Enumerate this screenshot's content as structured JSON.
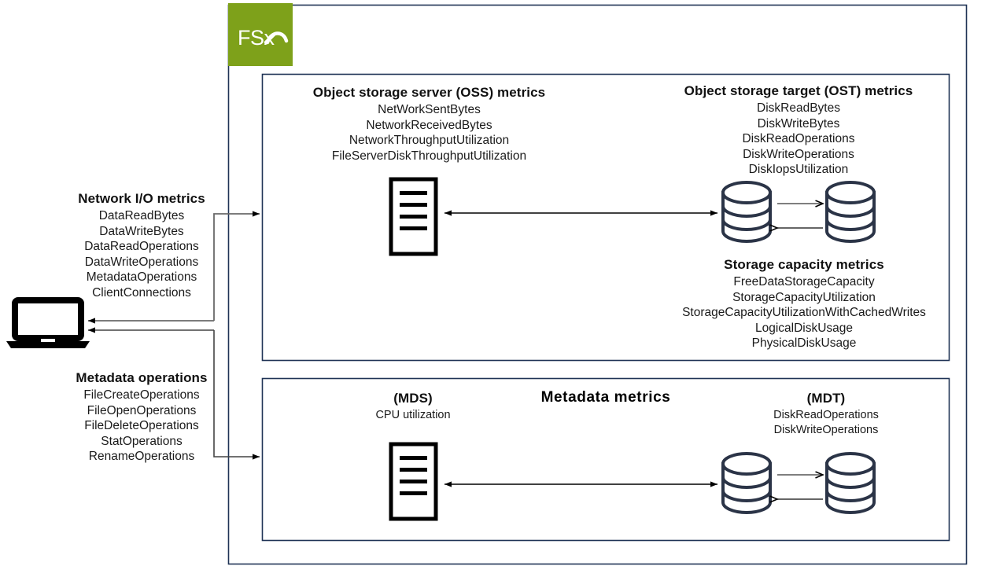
{
  "brand": {
    "name": "FSx",
    "logo_text": "FSx",
    "logo_bg": "#7ea11a",
    "logo_fg": "#ffffff"
  },
  "colors": {
    "frame": "#1f3355",
    "icon_dark": "#2b3447",
    "text": "#111111",
    "arrow": "#000000",
    "arrow_gray": "#6a6a6a"
  },
  "client": {
    "icon": "laptop-icon"
  },
  "left_groups": [
    {
      "id": "network-io-metrics",
      "title": "Network I/O metrics",
      "items": [
        "DataReadBytes",
        "DataWriteBytes",
        "DataReadOperations",
        "DataWriteOperations",
        "MetadataOperations",
        "ClientConnections"
      ]
    },
    {
      "id": "metadata-operations",
      "title": "Metadata operations",
      "items": [
        "FileCreateOperations",
        "FileOpenOperations",
        "FileDeleteOperations",
        "StatOperations",
        "RenameOperations"
      ]
    }
  ],
  "storage_panel": {
    "oss": {
      "id": "object-storage-server-metrics",
      "title": "Object storage server (OSS) metrics",
      "items": [
        "NetWorkSentBytes",
        "NetworkReceivedBytes",
        "NetworkThroughputUtilization",
        "FileServerDiskThroughputUtilization"
      ],
      "icon": "server-icon"
    },
    "ost": {
      "id": "object-storage-target-metrics",
      "title": "Object storage target (OST) metrics",
      "items": [
        "DiskReadBytes",
        "DiskWriteBytes",
        "DiskReadOperations",
        "DiskWriteOperations",
        "DiskIopsUtilization"
      ],
      "icon": "database-cylinder-icon"
    },
    "capacity": {
      "id": "storage-capacity-metrics",
      "title": "Storage capacity metrics",
      "items": [
        "FreeDataStorageCapacity",
        "StorageCapacityUtilization",
        "StorageCapacityUtilizationWithCachedWrites",
        "LogicalDiskUsage",
        "PhysicalDiskUsage"
      ]
    }
  },
  "metadata_panel": {
    "id": "metadata-metrics",
    "title": "Metadata metrics",
    "mds": {
      "title": "(MDS)",
      "items": [
        "CPU utilization"
      ],
      "icon": "server-icon"
    },
    "mdt": {
      "title": "(MDT)",
      "items": [
        "DiskReadOperations",
        "DiskWriteOperations"
      ],
      "icon": "database-cylinder-icon"
    }
  }
}
